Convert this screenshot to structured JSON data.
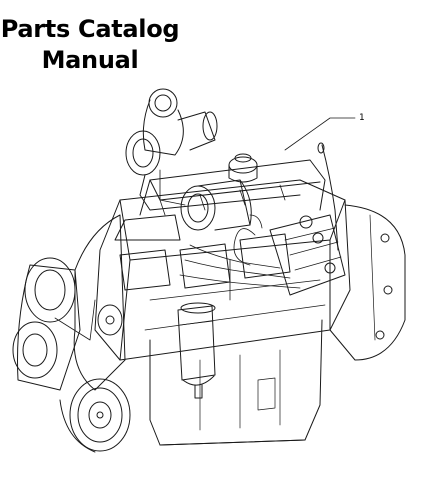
{
  "document": {
    "title_line_1": "Parts Catalog",
    "title_line_2": "Manual"
  },
  "figure": {
    "subject": "diesel-engine-assembly-exploded-line-drawing",
    "callouts": [
      {
        "label": "1"
      }
    ],
    "line_color": "#1a1a1a"
  }
}
